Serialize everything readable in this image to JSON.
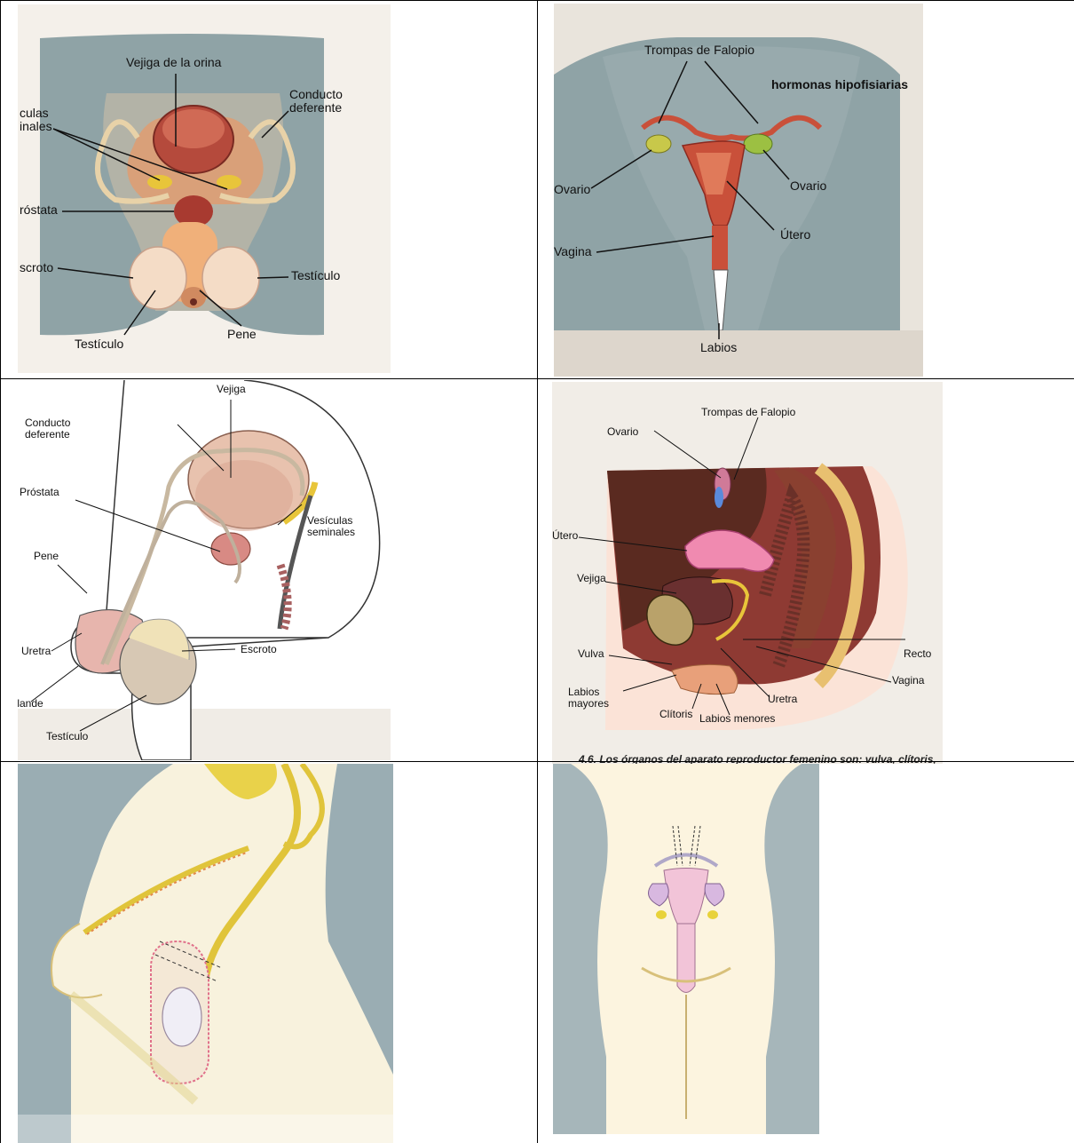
{
  "panel_male_front": {
    "labels": {
      "vejiga": "Vejiga de la orina",
      "conducto": "Conducto\ndeferente",
      "vesiculas": "culas\ninales",
      "prostata": "róstata",
      "escroto": "scroto",
      "testiculo_right": "Testículo",
      "testiculo_left": "Testículo",
      "pene": "Pene"
    }
  },
  "panel_female_front": {
    "labels": {
      "trompas": "Trompas de Falopio",
      "hormonas": "hormonas hipofisiarias",
      "ovario_left": "Ovario",
      "ovario_right": "Ovario",
      "utero": "Útero",
      "vagina": "Vagina",
      "labios": "Labios"
    }
  },
  "panel_male_side": {
    "labels": {
      "vejiga": "Vejiga",
      "conducto": "Conducto\ndeferente",
      "prostata": "Próstata",
      "vesiculas": "Vesículas\nseminales",
      "pene": "Pene",
      "uretra": "Uretra",
      "escroto": "Escroto",
      "glande": "Glande",
      "testiculo": "Testículo"
    }
  },
  "panel_female_side": {
    "labels": {
      "trompas": "Trompas de Falopio",
      "ovario": "Ovario",
      "utero": "Útero",
      "vejiga": "Vejiga",
      "vulva": "Vulva",
      "labios_mayores": "Labios\nmayores",
      "clitoris": "Clítoris",
      "labios_menores": "Labios menores",
      "uretra": "Uretra",
      "recto": "Recto",
      "vagina": "Vagina"
    },
    "caption": "4.6. Los órganos del aparato reproductor femenino son: vulva, clítoris,"
  },
  "colors": {
    "gray_bg": "#8fa3a6",
    "skin": "#f3d9b8",
    "organ_red": "#c0503a",
    "bladder": "#b54a3c",
    "yellow_duct": "#e8c53a",
    "pink": "#e08bb0"
  }
}
